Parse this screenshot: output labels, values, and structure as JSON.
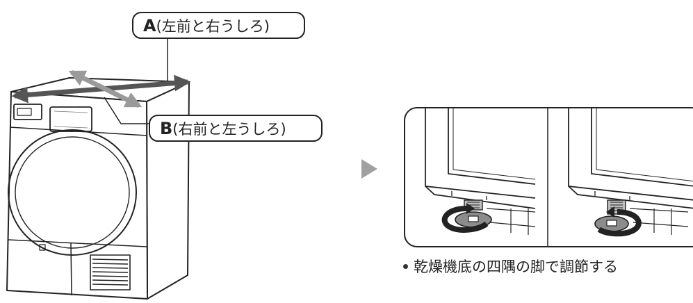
{
  "callout_a": {
    "letter": "A",
    "text": "(左前と右うしろ)"
  },
  "callout_b": {
    "letter": "B",
    "text": "(右前と左うしろ)"
  },
  "caption": "乾燥機底の四隅の脚で調節する",
  "colors": {
    "line": "#222222",
    "arrow_a": "#555555",
    "arrow_b": "#9a9a9a",
    "play_arrow": "#a0a0a0",
    "foot_gray": "#8c8c8c"
  },
  "icons": {
    "step_arrow": "triangle-right-icon",
    "rotate_left": "rotate-arrow-icon",
    "rotate_right": "rotate-arrow-icon",
    "bullet": "bullet-icon"
  }
}
